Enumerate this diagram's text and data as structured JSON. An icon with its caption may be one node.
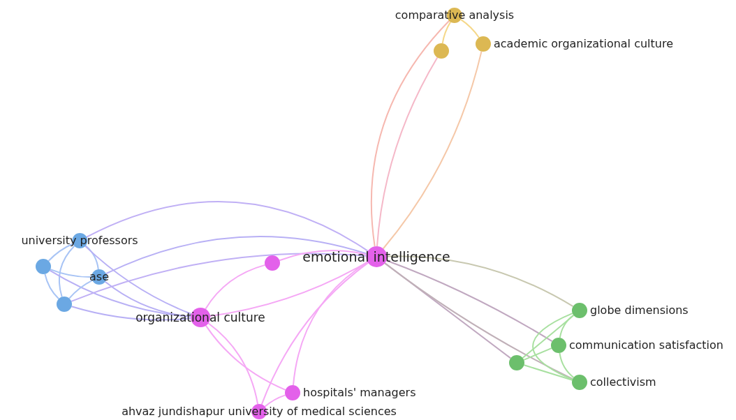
{
  "diagram": {
    "nodes": [
      {
        "text": [
          "comparative analysis"
        ]
      },
      {
        "text": [
          "academic organizational culture"
        ]
      },
      {
        "text": [],
        "shape": "circle"
      },
      {
        "text": [
          "university professors"
        ]
      },
      {
        "text": [],
        "shape": "circle"
      },
      {
        "text": [
          "ase"
        ]
      },
      {
        "text": [],
        "shape": "circle"
      },
      {
        "text": [],
        "shape": "circle"
      },
      {
        "text": [
          "emotional intelligence"
        ]
      },
      {
        "text": [
          "organizational culture"
        ]
      },
      {
        "text": [
          "hospitals' managers"
        ]
      },
      {
        "text": [
          "ahvaz jundishapur university of medical sciences"
        ]
      },
      {
        "text": [
          "globe dimensions"
        ]
      },
      {
        "text": [
          "communication satisfaction"
        ]
      },
      {
        "text": [],
        "shape": "circle"
      },
      {
        "text": [
          "collectivism"
        ]
      }
    ],
    "edges": [
      {
        "from": 0,
        "to": 2,
        "arrow": "none",
        "color": "#f5d88a"
      },
      {
        "from": 0,
        "to": 1,
        "arrow": "none",
        "color": "#f5d88a"
      },
      {
        "from": 0,
        "to": 8,
        "arrow": "none",
        "color": "#f6b8b0"
      },
      {
        "from": 2,
        "to": 8,
        "arrow": "none",
        "color": "#f5b8c8"
      },
      {
        "from": 1,
        "to": 8,
        "arrow": "none",
        "color": "#f5c8a8"
      },
      {
        "from": 3,
        "to": 4,
        "arrow": "none",
        "color": "#a8c4f5"
      },
      {
        "from": 3,
        "to": 5,
        "arrow": "none",
        "color": "#a8c4f5"
      },
      {
        "from": 3,
        "to": 6,
        "arrow": "none",
        "color": "#a8c4f5"
      },
      {
        "from": 3,
        "to": 9,
        "arrow": "none",
        "color": "#b8b0f5"
      },
      {
        "from": 3,
        "to": 8,
        "arrow": "none",
        "color": "#c0b0f5"
      },
      {
        "from": 4,
        "to": 5,
        "arrow": "none",
        "color": "#a8c4f5"
      },
      {
        "from": 4,
        "to": 6,
        "arrow": "none",
        "color": "#a8c4f5"
      },
      {
        "from": 4,
        "to": 9,
        "arrow": "none",
        "color": "#b8b0f5"
      },
      {
        "from": 5,
        "to": 6,
        "arrow": "none",
        "color": "#a8c4f5"
      },
      {
        "from": 5,
        "to": 9,
        "arrow": "none",
        "color": "#b8b0f5"
      },
      {
        "from": 5,
        "to": 8,
        "arrow": "none",
        "color": "#b8b0f5"
      },
      {
        "from": 6,
        "to": 9,
        "arrow": "none",
        "color": "#b8b0f5"
      },
      {
        "from": 6,
        "to": 8,
        "arrow": "none",
        "color": "#c0b0f5"
      },
      {
        "from": 7,
        "to": 8,
        "arrow": "none"
      },
      {
        "from": 7,
        "to": 9,
        "arrow": "none"
      },
      {
        "from": 9,
        "to": 8,
        "arrow": "none"
      },
      {
        "from": 8,
        "to": 10,
        "arrow": "none"
      },
      {
        "from": 8,
        "to": 11,
        "arrow": "none"
      },
      {
        "from": 9,
        "to": 10,
        "arrow": "none"
      },
      {
        "from": 9,
        "to": 11,
        "arrow": "none"
      },
      {
        "from": 10,
        "to": 11,
        "arrow": "none"
      },
      {
        "from": 8,
        "to": 12,
        "arrow": "none",
        "color": "#c8c8b0"
      },
      {
        "from": 8,
        "to": 13,
        "arrow": "none",
        "color": "#c0a8c0"
      },
      {
        "from": 8,
        "to": 14,
        "arrow": "none",
        "color": "#c0a8c0"
      },
      {
        "from": 8,
        "to": 15,
        "arrow": "none",
        "color": "#c0b0b8"
      },
      {
        "from": 12,
        "to": 13,
        "arrow": "none",
        "color": "#a8e0a0"
      },
      {
        "from": 12,
        "to": 14,
        "arrow": "none",
        "color": "#a8e0a0"
      },
      {
        "from": 12,
        "to": 15,
        "arrow": "none",
        "color": "#a8e0a0"
      },
      {
        "from": 13,
        "to": 14,
        "arrow": "none",
        "color": "#a8e0a0"
      },
      {
        "from": 13,
        "to": 15,
        "arrow": "none",
        "color": "#a8e0a0"
      },
      {
        "from": 14,
        "to": 15,
        "arrow": "none",
        "color": "#a8e0a0"
      }
    ]
  }
}
